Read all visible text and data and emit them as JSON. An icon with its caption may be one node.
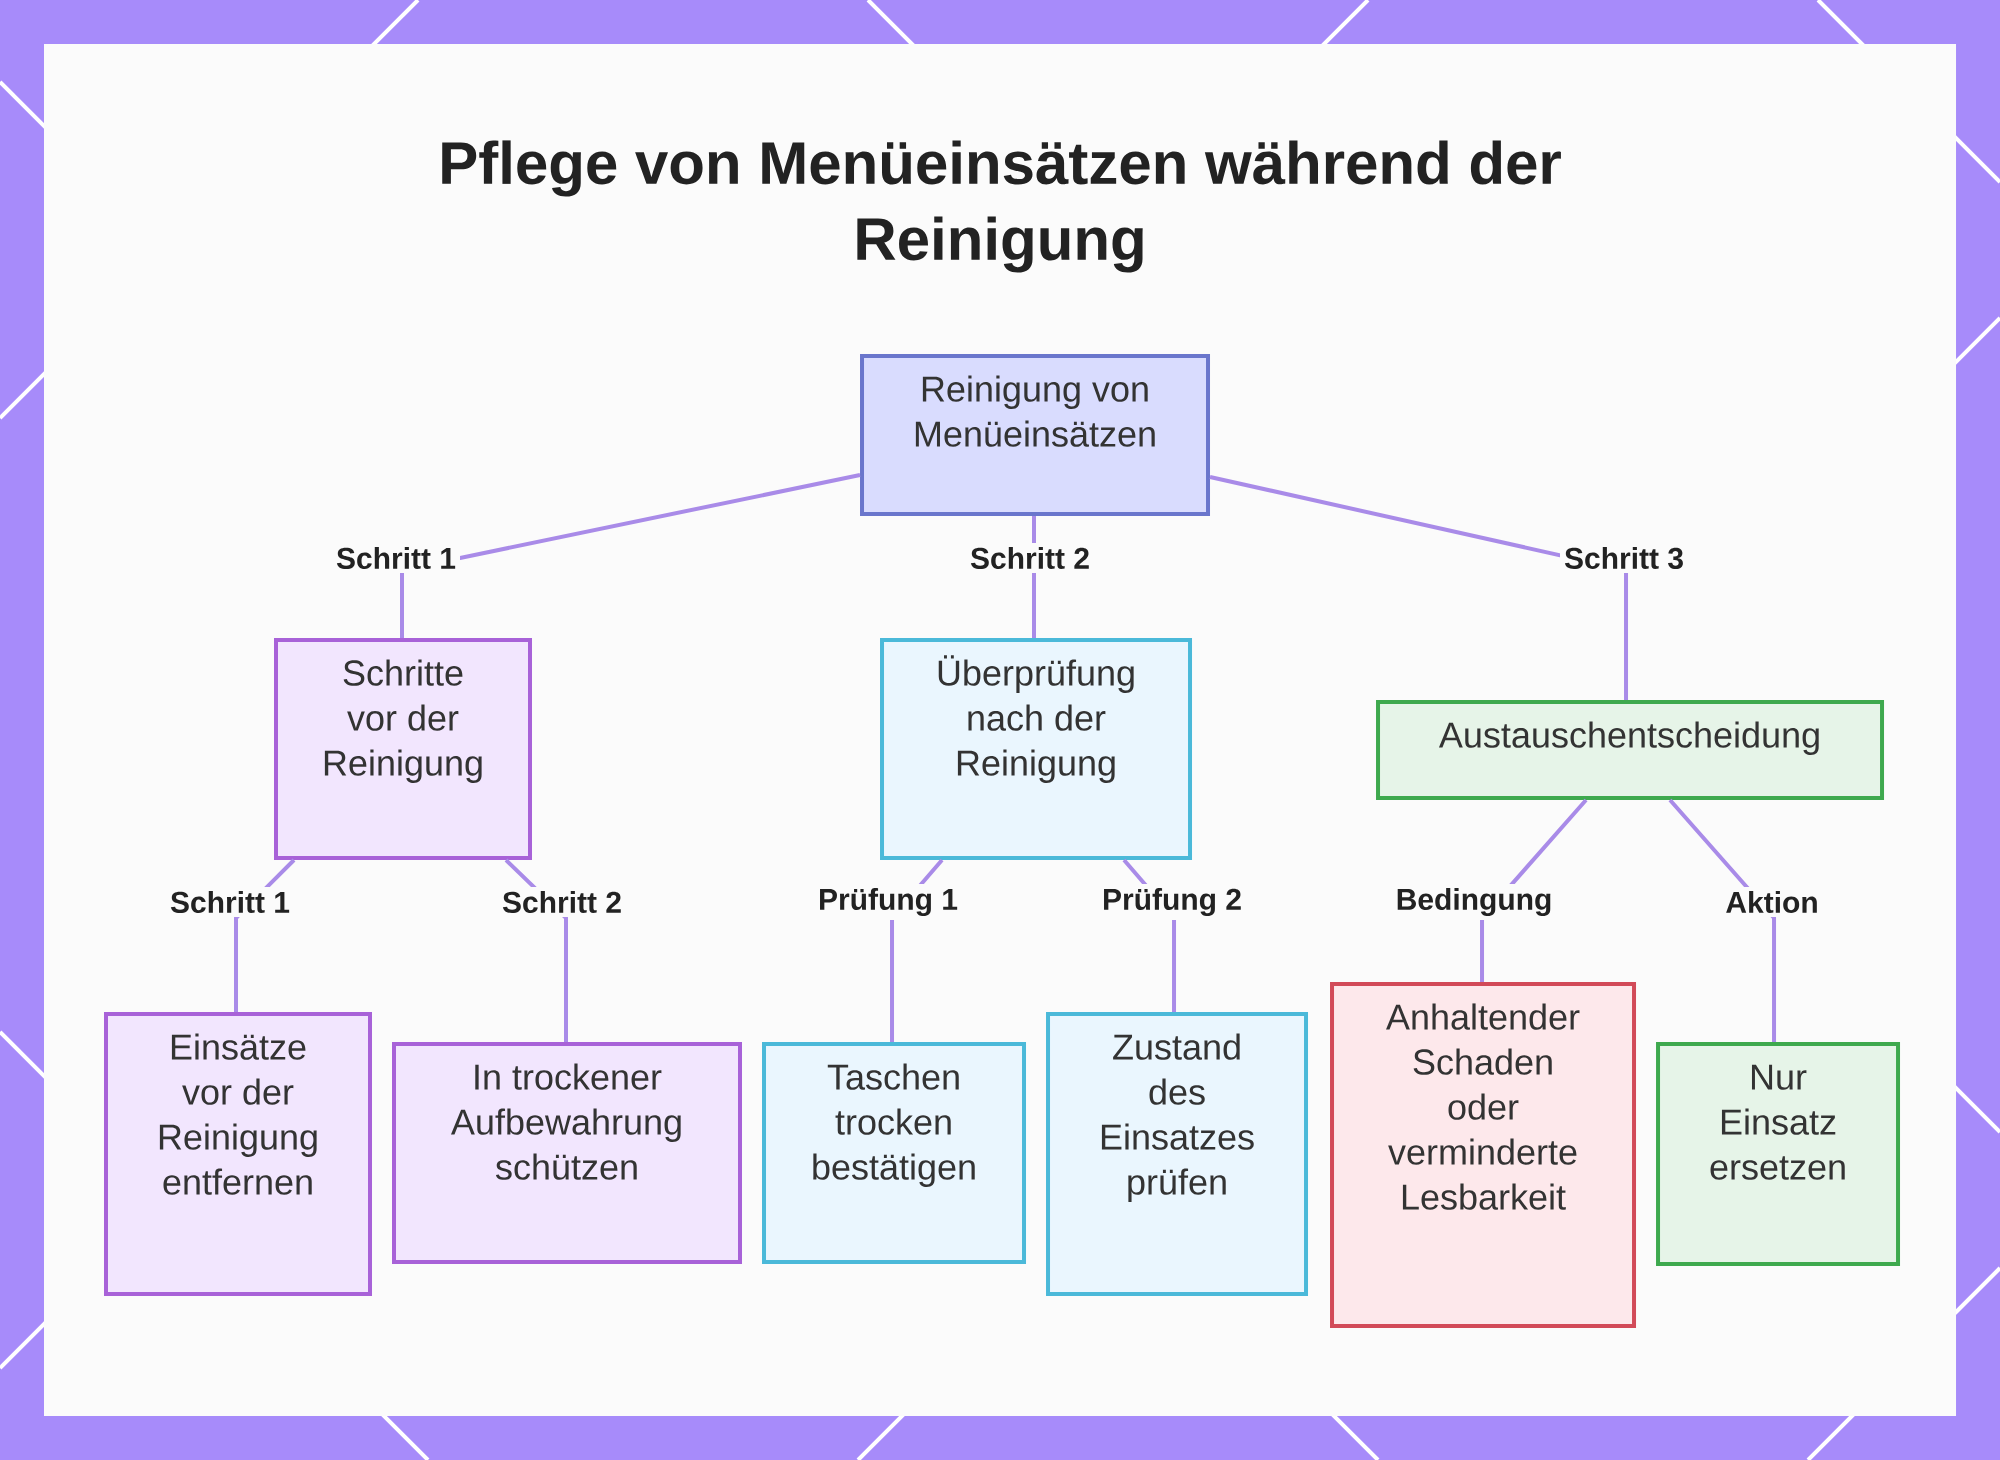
{
  "diagram": {
    "title": "Pflege von Menüeinsätzen während der Reinigung",
    "nodes": [
      {
        "text": [
          "Reinigung von Menüeinsätzen"
        ]
      },
      {
        "text": [
          "Schritte vor der Reinigung"
        ]
      },
      {
        "text": [
          "Überprüfung nach der Reinigung"
        ]
      },
      {
        "text": [
          "Austauschentscheidung"
        ]
      },
      {
        "text": [
          "Einsätze vor der Reinigung entfernen"
        ]
      },
      {
        "text": [
          "In trockener Aufbewahrung schützen"
        ]
      },
      {
        "text": [
          "Taschen trocken bestätigen"
        ]
      },
      {
        "text": [
          "Zustand des Einsatzes prüfen"
        ]
      },
      {
        "text": [
          "Anhaltender Schaden oder verminderte Lesbarkeit"
        ]
      },
      {
        "text": [
          "Nur Einsatz ersetzen"
        ]
      }
    ],
    "edges": [
      {
        "from": 0,
        "to": 1,
        "arrow": "none",
        "label": "Schritt 1"
      },
      {
        "from": 0,
        "to": 2,
        "arrow": "none",
        "label": "Schritt 2"
      },
      {
        "from": 0,
        "to": 3,
        "arrow": "none",
        "label": "Schritt 3"
      },
      {
        "from": 1,
        "to": 4,
        "arrow": "none",
        "label": "Schritt 1"
      },
      {
        "from": 1,
        "to": 5,
        "arrow": "none",
        "label": "Schritt 2"
      },
      {
        "from": 2,
        "to": 6,
        "arrow": "none",
        "label": "Prüfung 1"
      },
      {
        "from": 2,
        "to": 7,
        "arrow": "none",
        "label": "Prüfung 2"
      },
      {
        "from": 3,
        "to": 8,
        "arrow": "none",
        "label": "Bedingung"
      },
      {
        "from": 3,
        "to": 9,
        "arrow": "none",
        "label": "Aktion"
      }
    ]
  }
}
